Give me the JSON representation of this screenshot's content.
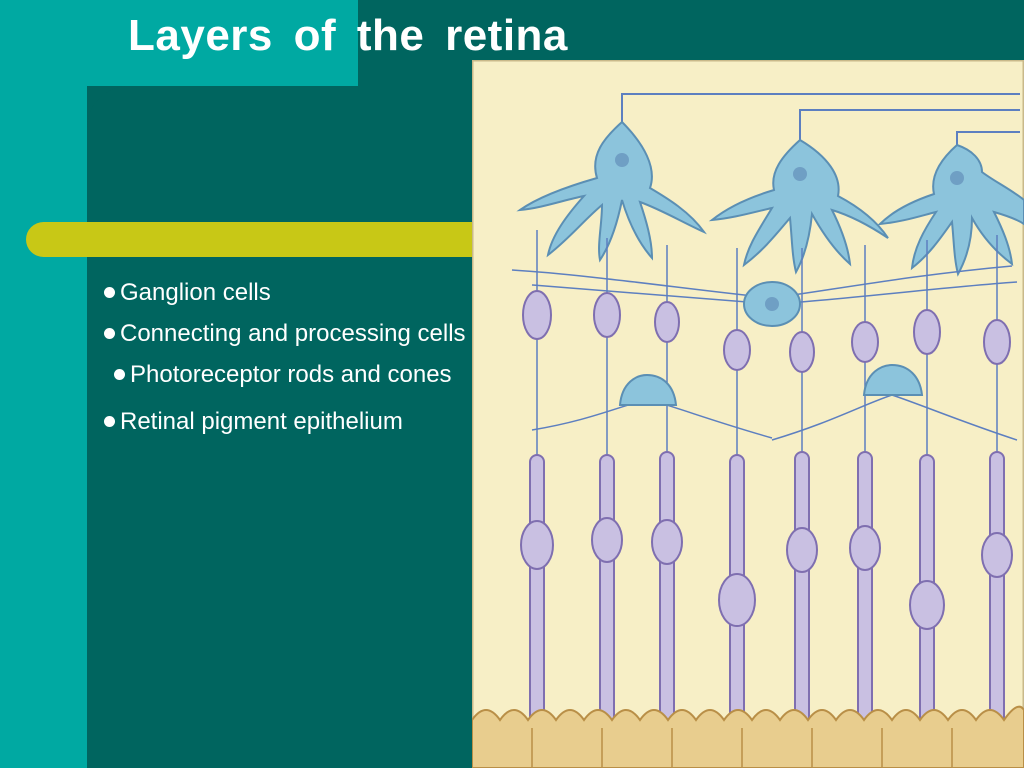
{
  "slide": {
    "title": "Layers of the retina",
    "bullets": [
      {
        "text": "Ganglion cells"
      },
      {
        "text": "Connecting and processing cells"
      },
      {
        "text": "Photoreceptor rods and cones"
      },
      {
        "text": "Retinal pigment epithelium"
      }
    ]
  },
  "colors": {
    "background_dark_teal": "#00655f",
    "background_light_teal": "#00a9a2",
    "accent_yellow": "#c8c816",
    "text": "#ffffff",
    "diagram_paper": "#f7efc6",
    "ganglion_cell_blue": "#8cc4dc",
    "photoreceptor_lavender": "#c9c0e2",
    "epithelium_tan": "#e8cd8e"
  }
}
